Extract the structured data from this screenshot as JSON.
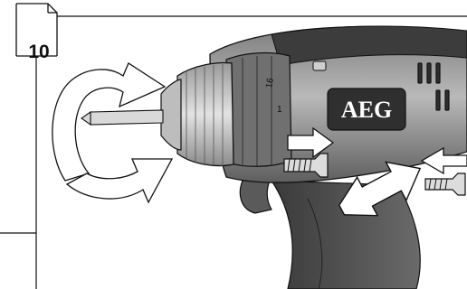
{
  "step": {
    "number": "10"
  },
  "tool": {
    "brand": "AEG",
    "collar_markings": [
      "16",
      "1"
    ]
  },
  "colors": {
    "line": "#111111",
    "body_dark": "#4a4a4a",
    "body_mid": "#8a8a8a",
    "body_light": "#c8c8c8",
    "grip": "#2b2b2b",
    "arrow_fill": "#ffffff"
  }
}
